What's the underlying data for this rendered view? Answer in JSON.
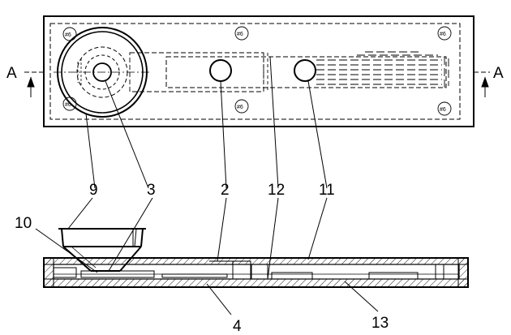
{
  "section_marker": {
    "left": "A",
    "right": "A"
  },
  "callouts": [
    "9",
    "3",
    "2",
    "12",
    "11",
    "10",
    "4",
    "13"
  ],
  "colors": {
    "line": "#000000",
    "background": "#ffffff"
  }
}
